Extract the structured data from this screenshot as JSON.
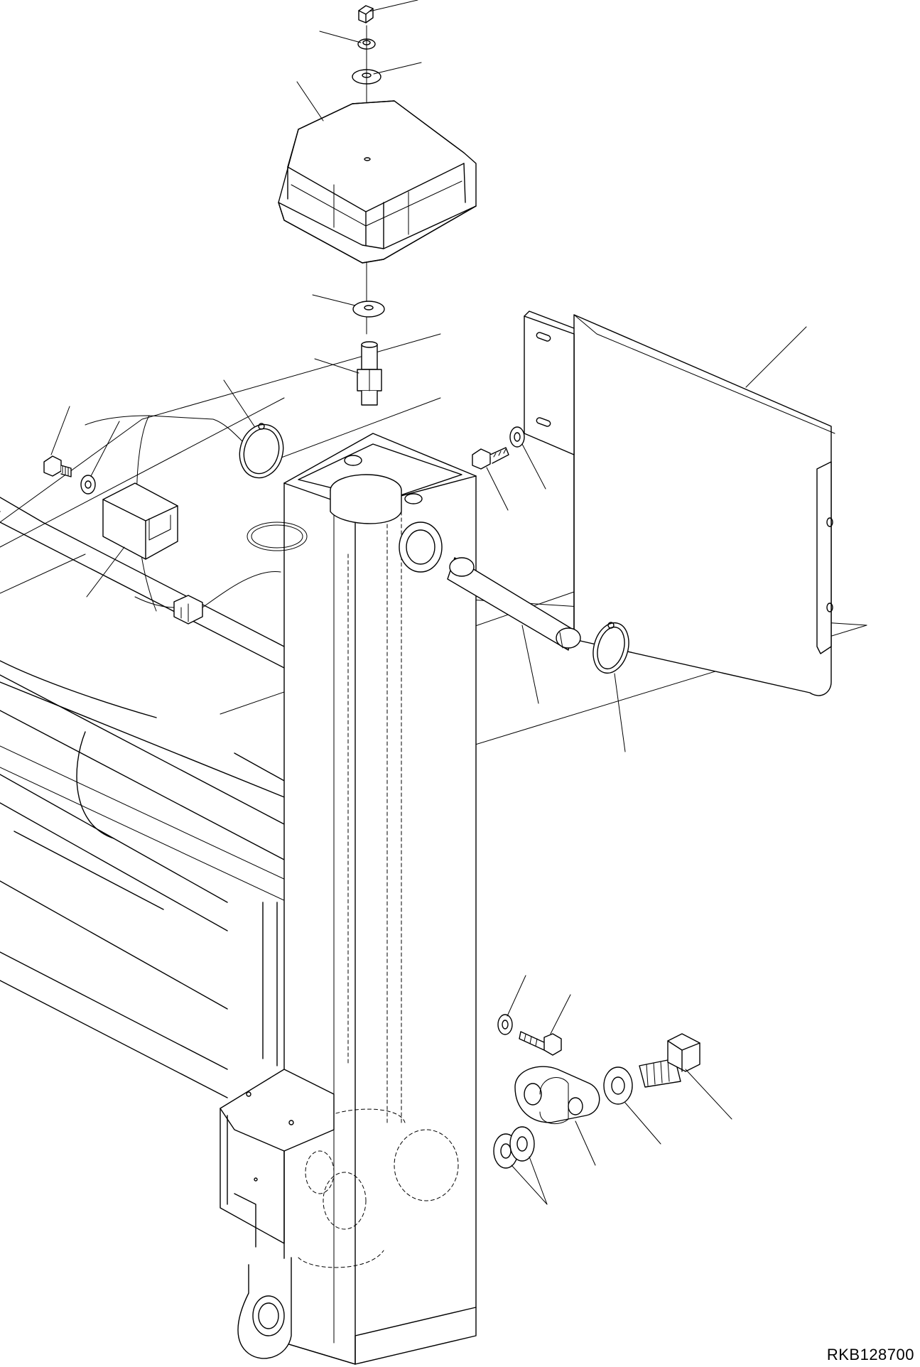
{
  "figure_id": "RKB128700",
  "parts": [
    {
      "name": "cap-nut"
    },
    {
      "name": "lock-washer-top"
    },
    {
      "name": "flat-washer-top"
    },
    {
      "name": "cover"
    },
    {
      "name": "flat-washer-lower"
    },
    {
      "name": "stud"
    },
    {
      "name": "snap-ring-left"
    },
    {
      "name": "bolt-left"
    },
    {
      "name": "washer-left"
    },
    {
      "name": "bracket-cover"
    },
    {
      "name": "plate"
    },
    {
      "name": "bolt-plate"
    },
    {
      "name": "washer-plate"
    },
    {
      "name": "pin"
    },
    {
      "name": "snap-ring-right"
    },
    {
      "name": "washer-bottom"
    },
    {
      "name": "bolt-bottom"
    },
    {
      "name": "bolt-large"
    },
    {
      "name": "washer-large"
    },
    {
      "name": "flange-holder"
    },
    {
      "name": "shims"
    }
  ]
}
